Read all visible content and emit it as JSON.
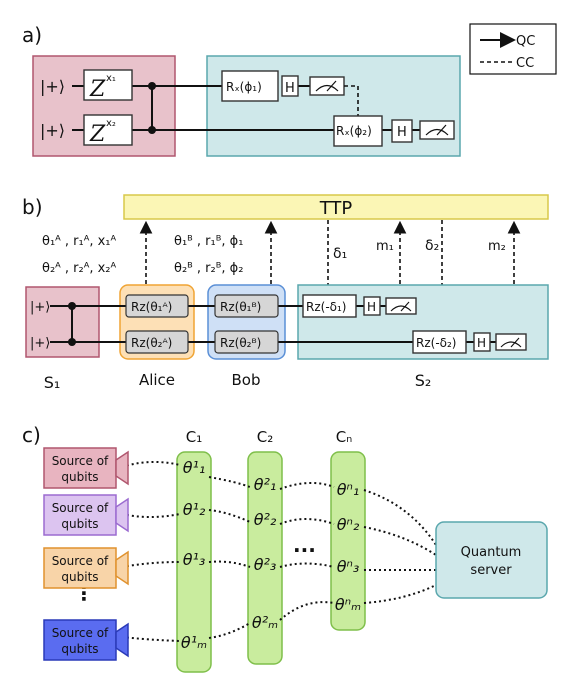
{
  "panel_a": {
    "label": "a)",
    "legend": {
      "qc": "QC",
      "cc": "CC"
    },
    "plus": "|+⟩",
    "z_base": "Z",
    "z1_exp": "x₁",
    "z2_exp": "x₂",
    "rz1": "Rₓ(ϕ₁)",
    "rz2": "Rₓ(ϕ₂)",
    "h": "H"
  },
  "panel_b": {
    "label": "b)",
    "ttp": "TTP",
    "alice_params_1": "θ₁ᴬ , r₁ᴬ, x₁ᴬ",
    "alice_params_2": "θ₂ᴬ , r₂ᴬ, x₂ᴬ",
    "bob_params_1": "θ₁ᴮ , r₁ᴮ, ϕ₁",
    "bob_params_2": "θ₂ᴮ , r₂ᴮ, ϕ₂",
    "delta1": "δ₁",
    "m1": "m₁",
    "delta2": "δ₂",
    "m2": "m₂",
    "plus": "|+⟩",
    "alice_g1": "Rz(θ₁ᴬ)",
    "alice_g2": "Rz(θ₂ᴬ)",
    "bob_g1": "Rz(θ₁ᴮ)",
    "bob_g2": "Rz(θ₂ᴮ)",
    "s2_g1": "Rz(-δ₁)",
    "s2_g2": "Rz(-δ₂)",
    "h": "H",
    "s1_label": "S₁",
    "alice_label": "Alice",
    "bob_label": "Bob",
    "s2_label": "S₂"
  },
  "panel_c": {
    "label": "c)",
    "sources": [
      "Source of qubits",
      "Source of qubits",
      "Source of qubits",
      "Source of qubits"
    ],
    "source_colors": [
      "#e8b4c0",
      "#dcc4f0",
      "#f8d4a8",
      "#5a6cf0"
    ],
    "source_borders": [
      "#b0566e",
      "#9b6bd0",
      "#e0922e",
      "#2a3ab8"
    ],
    "columns": [
      "C₁",
      "C₂",
      "Cₙ"
    ],
    "col1": [
      "θ¹₁",
      "θ¹₂",
      "θ¹₃",
      "θ¹ₘ"
    ],
    "col2": [
      "θ²₁",
      "θ²₂",
      "θ²₃",
      "θ²ₘ"
    ],
    "coln": [
      "θⁿ₁",
      "θⁿ₂",
      "θⁿ₃",
      "θⁿₘ"
    ],
    "ellipsis_h": "...",
    "server": "Quantum server"
  }
}
